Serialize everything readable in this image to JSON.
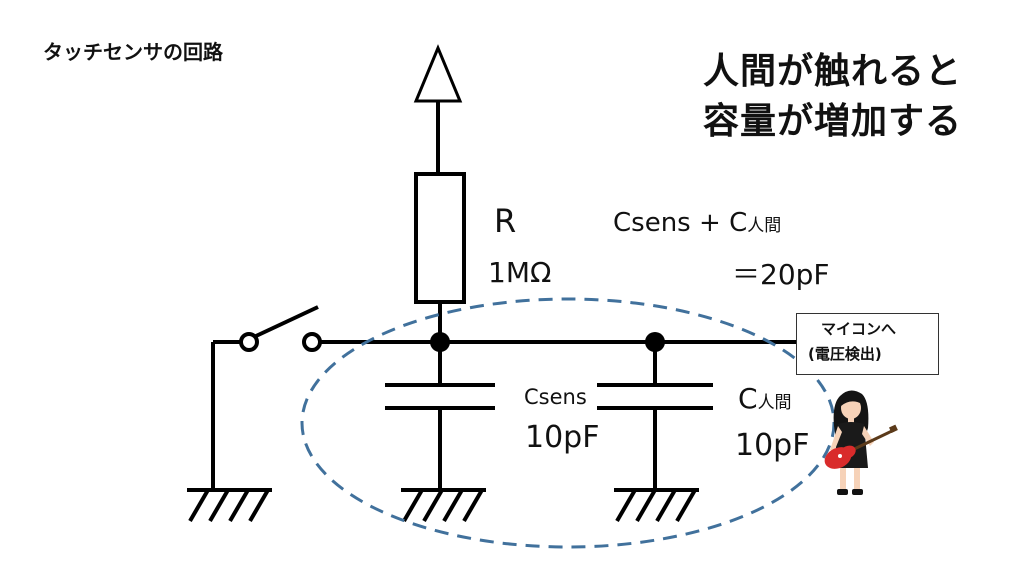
{
  "colors": {
    "wire": "#000000",
    "ellipse": "#41719c",
    "text": "#111111",
    "guitar": "#d92b2b",
    "dress": "#1a1a1a",
    "hair": "#141414",
    "skin": "#f6d2b8"
  },
  "title": "タッチセンサの回路",
  "headline": {
    "line1": "人間が触れると",
    "line2": "容量が増加する"
  },
  "resistor": {
    "name": "R",
    "value": "1MΩ"
  },
  "total_capacitance": {
    "c_sens": "Csens",
    "plus": " + ",
    "c_human_letter": "C",
    "c_human_sub": "人間",
    "value": "＝20pF"
  },
  "capacitor_sens": {
    "name": "Csens",
    "value": "10pF"
  },
  "capacitor_human": {
    "letter": "C",
    "sub": "人間",
    "value": "10pF"
  },
  "mcu": {
    "line1": "マイコンへ",
    "line2": "(電圧検出)"
  },
  "icons": {
    "supply": "vcc-arrow-icon",
    "ground": "ground-icon",
    "person": "guitarist-girl-icon"
  }
}
